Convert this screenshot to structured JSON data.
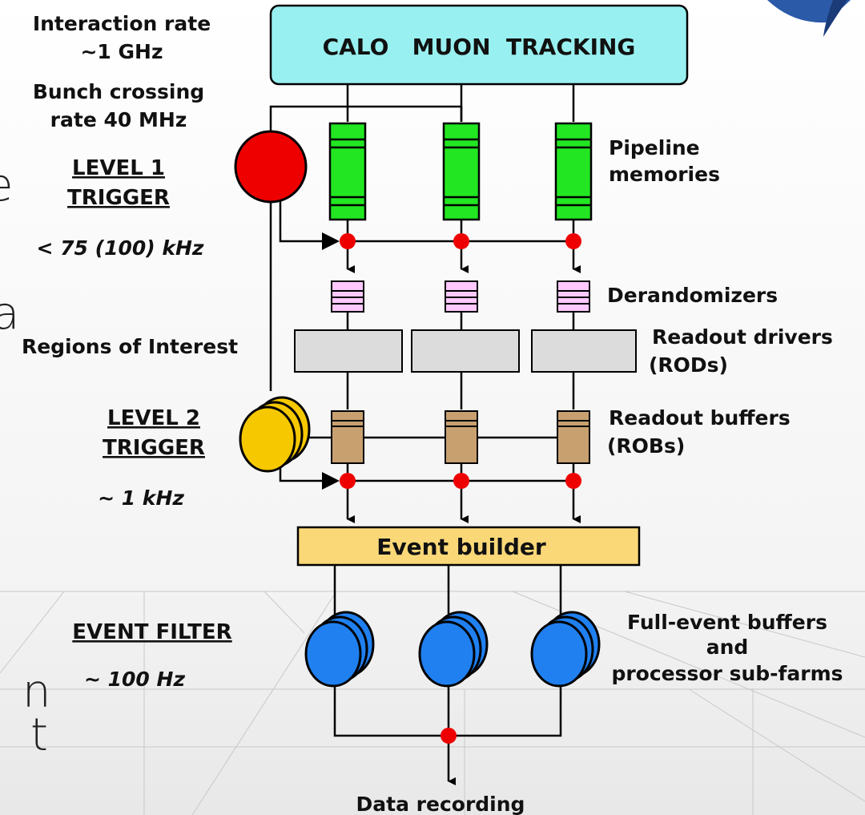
{
  "detectors_label": "CALO   MUON  TRACKING",
  "interaction_rate": {
    "line1": "Interaction rate",
    "line2": "~1 GHz"
  },
  "bunch_crossing": {
    "line1": "Bunch crossing",
    "line2": "rate 40 MHz"
  },
  "level1": {
    "line1": "LEVEL 1",
    "line2": "TRIGGER",
    "rate": "< 75 (100) kHz"
  },
  "regions_of_interest": "Regions of Interest",
  "level2": {
    "line1": "LEVEL 2",
    "line2": "TRIGGER",
    "rate": "~ 1 kHz"
  },
  "event_filter": {
    "label": "EVENT FILTER",
    "rate": "~ 100 Hz"
  },
  "pipeline": {
    "line1": "Pipeline",
    "line2": "memories"
  },
  "derandomizers": "Derandomizers",
  "readout_drivers": {
    "line1": "Readout drivers",
    "line2": "(RODs)"
  },
  "readout_buffers": {
    "line1": "Readout buffers",
    "line2": "(ROBs)"
  },
  "event_builder": "Event builder",
  "full_event": {
    "line1": "Full-event buffers",
    "line2": "and",
    "line3": "processor sub-farms"
  },
  "data_recording": "Data recording",
  "left_fragments": [
    "e",
    "a",
    "n",
    "t"
  ],
  "colors": {
    "detector_box": "#99f0f0",
    "pipeline": "#22e622",
    "level1_trigger": "#ee0000",
    "derandomizer": "#ffc8ff",
    "readout_driver": "#dcdcdc",
    "readout_buffer": "#c8a070",
    "level2_trigger": "#f5c800",
    "event_builder": "#fad878",
    "event_filter": "#2080f0",
    "junction": "#ee0000"
  }
}
